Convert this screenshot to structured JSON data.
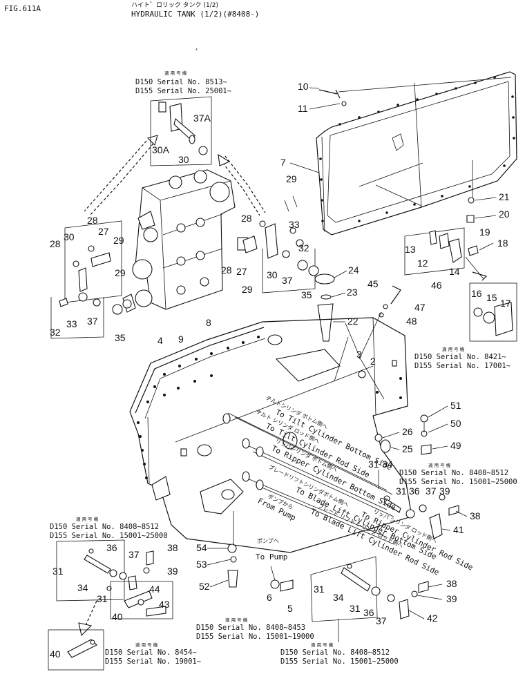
{
  "header": {
    "fig": "FIG.611A",
    "title_jp": "ハイト゛ロリック タンク (1/2)",
    "title_en": "HYDRAULIC TANK (1/2)(#8408-)"
  },
  "applicability_label": "適 用 号 機",
  "serial_blocks": [
    {
      "id": "sb1",
      "lines": [
        "D150  Serial No. 8513~",
        "D155  Serial No. 25001~"
      ]
    },
    {
      "id": "sb2",
      "lines": [
        "D150  Serial No. 8421~",
        "D155  Serial No. 17001~"
      ]
    },
    {
      "id": "sb3",
      "lines": [
        "D150  Serial No. 8408~8512",
        "D155  Serial No. 15001~25000"
      ]
    },
    {
      "id": "sb4",
      "lines": [
        "D150  Serial No. 8408~8512",
        "D155  Serial No. 15001~25000"
      ]
    },
    {
      "id": "sb5",
      "lines": [
        "D150  Serial No. 8408~8453",
        "D155  Serial No. 15001~19000"
      ]
    },
    {
      "id": "sb6",
      "lines": [
        "D150  Serial No. 8454~",
        "D155  Serial No. 19001~"
      ]
    },
    {
      "id": "sb7",
      "lines": [
        "D150  Serial No. 8408~8512",
        "D155  Serial No. 15001~25000"
      ]
    }
  ],
  "hose_labels": [
    {
      "id": "h1",
      "jp": "チルトシリンダ ボトム側へ",
      "en": "To Tilt Cylinder Bottom Side"
    },
    {
      "id": "h2",
      "jp": "チルト シリンダ ロッド側へ",
      "en": "To Tilt Cylinder Rod Side"
    },
    {
      "id": "h3",
      "jp": "リッパシリンダ ボトム側へ",
      "en": "To Ripper Cylinder Bottom Side"
    },
    {
      "id": "h4",
      "jp": "リッパ シリンダ ロッド側へ",
      "en": "To Ripper Cylinder Rod Side"
    },
    {
      "id": "h5",
      "jp": "ブレードリフトシリンダボトム側へ",
      "en": "To Blade Lift Cylinder Bottom Side"
    },
    {
      "id": "h6",
      "jp": "ブレード リフト シリンダ ロッド側へ",
      "en": "To Blade Lift Cylinder Rod Side"
    },
    {
      "id": "h7",
      "jp": "ポンプから",
      "en": "From Pump"
    },
    {
      "id": "h8",
      "jp": "ポンプへ",
      "en": "To Pump"
    }
  ],
  "part_numbers": {
    "p1": "10",
    "p2": "11",
    "p3": "7",
    "p4": "29",
    "p5": "21",
    "p6": "20",
    "p7": "19",
    "p8": "18",
    "p9": "13",
    "p10": "12",
    "p11": "14",
    "p12": "30A",
    "p13": "30",
    "p14": "37A",
    "p15": "28",
    "p16": "27",
    "p17": "29",
    "p18": "28",
    "p19": "30",
    "p20": "29",
    "p21": "28",
    "p22": "27",
    "p23": "29",
    "p24": "28",
    "p25": "33",
    "p26": "32",
    "p27": "30",
    "p28": "37",
    "p29": "35",
    "p30": "24",
    "p31": "23",
    "p32": "22",
    "p33": "45",
    "p34": "46",
    "p35": "47",
    "p36": "48",
    "p37": "16",
    "p38": "15",
    "p39": "17",
    "p40": "32",
    "p41": "33",
    "p42": "37",
    "p43": "35",
    "p44": "4",
    "p45": "8",
    "p46": "9",
    "p47": "3",
    "p48": "2",
    "p49": "51",
    "p50": "50",
    "p51": "49",
    "p52": "26",
    "p53": "25",
    "p54": "31",
    "p55": "34",
    "p56": "31",
    "p57": "36",
    "p58": "37",
    "p59": "39",
    "p60": "38",
    "p61": "41",
    "p62": "36",
    "p63": "37",
    "p64": "38",
    "p65": "31",
    "p66": "34",
    "p67": "31",
    "p68": "39",
    "p69": "44",
    "p70": "40",
    "p71": "43",
    "p72": "54",
    "p73": "53",
    "p74": "52",
    "p75": "6",
    "p76": "5",
    "p77": "31",
    "p78": "34",
    "p79": "31",
    "p80": "36",
    "p81": "37",
    "p82": "38",
    "p83": "39",
    "p84": "42",
    "p85": "40"
  }
}
